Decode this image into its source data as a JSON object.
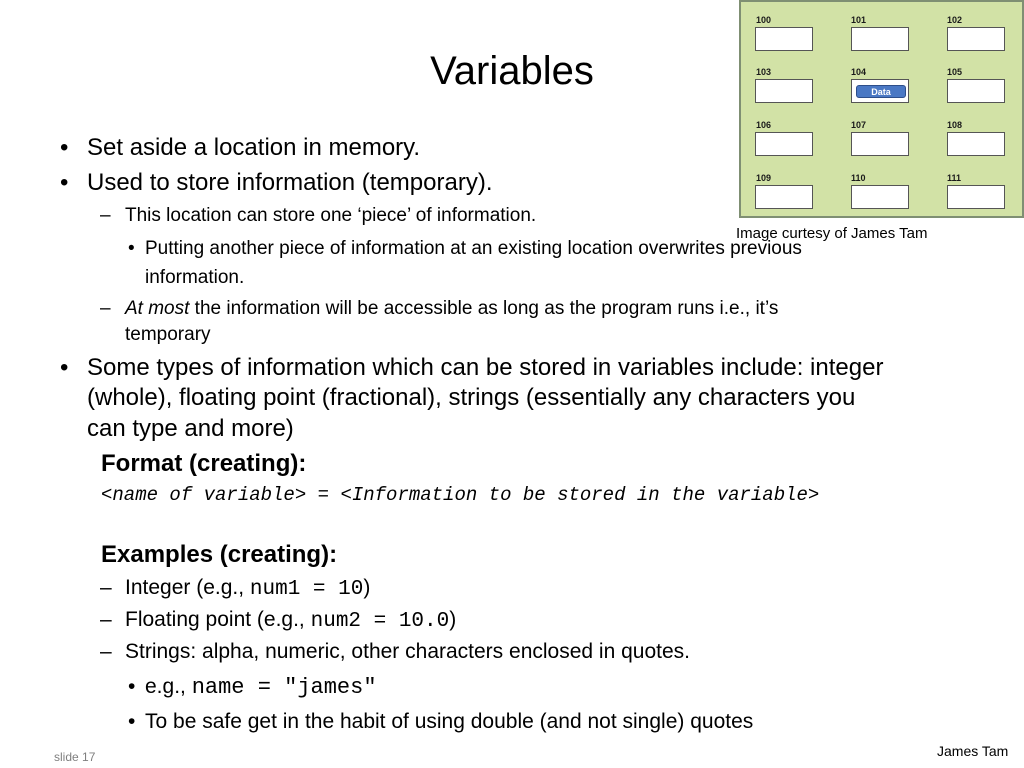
{
  "slide": {
    "title": "Variables",
    "bullet1": "Set aside a location in memory.",
    "bullet2": "Used to store information (temporary).",
    "sub1": "This location can store one ‘piece’ of information.",
    "subsub1_line1": "Putting another piece of information at an existing location overwrites previous",
    "subsub1_line2": "information.",
    "sub2_em": "At most",
    "sub2_rest": " the information will be accessible as long as the program runs i.e., it’s",
    "sub2_line2": "temporary",
    "bullet3_line1": "Some types of information which can be stored in variables include: integer",
    "bullet3_line2": "(whole), floating point (fractional), strings (essentially any characters you",
    "bullet3_line3": "can type and more)",
    "format_heading": "Format (creating):",
    "format_code": "<name of variable> = <Information to be stored in the variable>",
    "examples_heading": "Examples (creating):",
    "ex1_pre": "Integer (e.g., ",
    "ex1_code": "num1 = 10",
    "ex1_post": ")",
    "ex2_pre": "Floating point (e.g., ",
    "ex2_code": "num2 = 10.0",
    "ex2_post": ")",
    "ex3": "Strings: alpha, numeric, other characters enclosed in quotes.",
    "ex3a_pre": "e.g., ",
    "ex3a_code": "name = \"james\"",
    "ex3b": "To be safe get in the habit of using double (and not single) quotes"
  },
  "diagram": {
    "cells": [
      "100",
      "101",
      "102",
      "103",
      "104",
      "105",
      "106",
      "107",
      "108",
      "109",
      "110",
      "111"
    ],
    "data_label": "Data",
    "caption": "Image curtesy of James Tam",
    "colors": {
      "background": "#d2e2a6",
      "data_tag": "#4a78c4"
    }
  },
  "footer": {
    "slide_number": "slide 17",
    "author": "James Tam"
  }
}
